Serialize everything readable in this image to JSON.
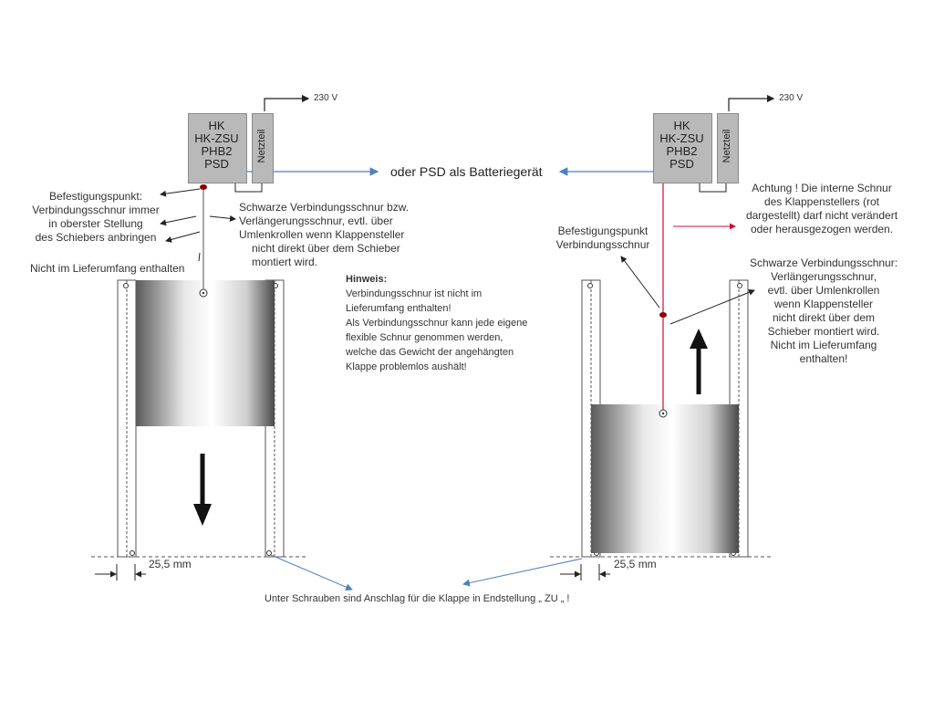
{
  "left": {
    "device_lines": [
      "HK",
      "HK-ZSU",
      "PHB2",
      "PSD"
    ],
    "psu_label": "Netzteil",
    "voltage": "230 V",
    "attach_lines": [
      "Befestigungspunkt:",
      "Verbindungsschnur  immer",
      "in oberster Stellung",
      "des Schiebers anbringen"
    ],
    "cord_lines": [
      "Schwarze Verbindungsschnur  bzw.",
      "Verlängerungsschnur,  evtl. über",
      "Umlenkrollen  wenn Klappensteller",
      "nicht direkt über dem Schieber",
      "montiert wird."
    ],
    "not_included": "Nicht im Lieferumfang  enthalten",
    "dimension": "25,5 mm"
  },
  "center": {
    "psd_note": "oder PSD als Batteriegerät",
    "hint_title": "Hinweis:",
    "hint_lines": [
      "Verbindungsschnur ist nicht im",
      "Lieferumfang enthalten!",
      "Als Verbindungsschnur kann jede eigene",
      "flexible Schnur genommen werden,",
      "welche das Gewicht der angehängten",
      "Klappe problemlos aushält!"
    ],
    "bottom_note": "Unter Schrauben sind Anschlag für die Klappe in Endstellung „ ZU „ !"
  },
  "right": {
    "device_lines": [
      "HK",
      "HK-ZSU",
      "PHB2",
      "PSD"
    ],
    "psu_label": "Netzteil",
    "voltage": "230 V",
    "caution_lines": [
      "Achtung ! Die interne Schnur",
      "des Klappenstellers (rot",
      "dargestellt) darf nicht verändert",
      "oder herausgezogen werden."
    ],
    "attach_lines": [
      "Befestigungspunkt",
      "Verbindungsschnur"
    ],
    "cord_lines": [
      "Schwarze Verbindungsschnur:",
      "Verlängerungsschnur,",
      "evtl. über Umlenkrollen",
      "wenn Klappensteller",
      "nicht direkt über dem",
      "Schieber montiert wird.",
      "Nicht im Lieferumfang",
      "enthalten!"
    ],
    "dimension": "25,5 mm"
  },
  "colors": {
    "cord_red": "#c8102e",
    "arrow_blue": "#4f81bd",
    "box_gray": "#b9b9b9"
  }
}
